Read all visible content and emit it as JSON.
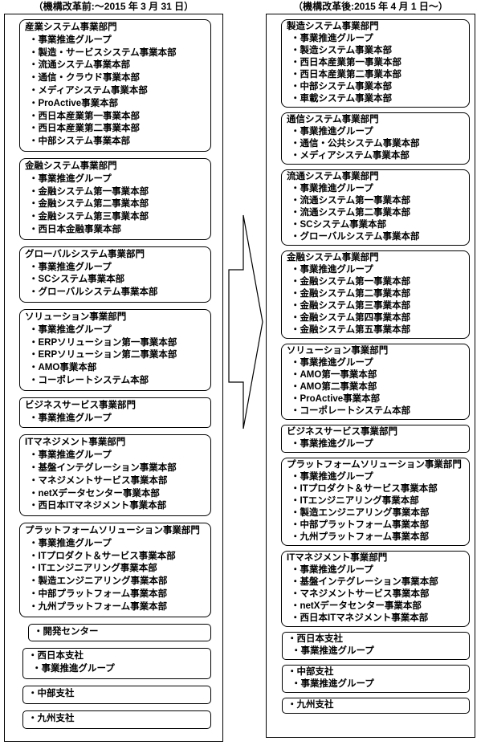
{
  "colors": {
    "background": "#ffffff",
    "border": "#000000",
    "text": "#000000"
  },
  "arrow": {
    "icon": "block-arrow-right"
  },
  "before": {
    "title": "（機構改革前:～2015 年 3 月 31 日）",
    "boxes": [
      {
        "variant": "dept",
        "header": "産業システム事業部門",
        "items": [
          "・事業推進グループ",
          "・製造・サービスシステム事業本部",
          "・流通システム事業本部",
          "・通信・クラウド事業本部",
          "・メディアシステム事業本部",
          "・ProActive事業本部",
          "・西日本産業第一事業本部",
          "・西日本産業第二事業本部",
          "・中部システム事業本部"
        ]
      },
      {
        "variant": "dept",
        "header": "金融システム事業部門",
        "items": [
          "・事業推進グループ",
          "・金融システム第一事業本部",
          "・金融システム第二事業本部",
          "・金融システム第三事業本部",
          "・西日本金融事業本部"
        ]
      },
      {
        "variant": "dept",
        "header": "グローバルシステム事業部門",
        "items": [
          "・事業推進グループ",
          "・SCシステム事業本部",
          "・グローバルシステム事業本部"
        ]
      },
      {
        "variant": "dept",
        "header": "ソリューション事業部門",
        "items": [
          "・事業推進グループ",
          "・ERPソリューション第一事業本部",
          "・ERPソリューション第二事業本部",
          "・AMO事業本部",
          "・コーポレートシステム本部"
        ]
      },
      {
        "variant": "flat",
        "header": "ビジネスサービス事業部門",
        "items": [
          "・事業推進グループ"
        ]
      },
      {
        "variant": "dept",
        "header": "ITマネジメント事業部門",
        "items": [
          "・事業推進グループ",
          "・基盤インテグレーション事業本部",
          "・マネジメントサービス事業本部",
          "・netXデータセンター事業本部",
          "・西日本ITマネジメント事業本部"
        ]
      },
      {
        "variant": "dept",
        "header": "プラットフォームソリューション事業部門",
        "items": [
          "・事業推進グループ",
          "・ITプロダクト＆サービス事業本部",
          "・ITエンジニアリング事業本部",
          "・製造エンジニアリング事業本部",
          "・中部プラットフォーム事業本部",
          "・九州プラットフォーム事業本部"
        ]
      },
      {
        "variant": "center",
        "header": "・開発センター",
        "items": []
      },
      {
        "variant": "branch",
        "header": "・西日本支社",
        "items": [
          "・事業推進グループ"
        ]
      },
      {
        "variant": "branch",
        "header": "・中部支社",
        "items": []
      },
      {
        "variant": "branch",
        "header": "・九州支社",
        "items": []
      }
    ]
  },
  "after": {
    "title": "（機構改革後:2015 年 4 月 1 日～）",
    "boxes": [
      {
        "variant": "dept",
        "header": "製造システム事業部門",
        "items": [
          "・事業推進グループ",
          "・製造システム事業本部",
          "・西日本産業第一事業本部",
          "・西日本産業第二事業本部",
          "・中部システム事業本部",
          "・車載システム事業本部"
        ]
      },
      {
        "variant": "dept",
        "header": "通信システム事業部門",
        "items": [
          "・事業推進グループ",
          "・通信・公共システム事業本部",
          "・メディアシステム事業本部"
        ]
      },
      {
        "variant": "dept",
        "header": "流通システム事業部門",
        "items": [
          "・事業推進グループ",
          "・流通システム第一事業本部",
          "・流通システム第二事業本部",
          "・SCシステム事業本部",
          "・グローバルシステム事業本部"
        ]
      },
      {
        "variant": "dept",
        "header": "金融システム事業部門",
        "items": [
          "・事業推進グループ",
          "・金融システム第一事業本部",
          "・金融システム第二事業本部",
          "・金融システム第三事業本部",
          "・金融システム第四事業本部",
          "・金融システム第五事業本部"
        ]
      },
      {
        "variant": "dept",
        "header": "ソリューション事業部門",
        "items": [
          "・事業推進グループ",
          "・AMO第一事業本部",
          "・AMO第二事業本部",
          "・ProActive事業本部",
          "・コーポレートシステム本部"
        ]
      },
      {
        "variant": "flat",
        "header": "ビジネスサービス事業部門",
        "items": [
          "・事業推進グループ"
        ]
      },
      {
        "variant": "dept",
        "header": "プラットフォームソリューション事業部門",
        "items": [
          "・事業推進グループ",
          "・ITプロダクト＆サービス事業本部",
          "・ITエンジニアリング事業本部",
          "・製造エンジニアリング事業本部",
          "・中部プラットフォーム事業本部",
          "・九州プラットフォーム事業本部"
        ]
      },
      {
        "variant": "dept",
        "header": "ITマネジメント事業部門",
        "items": [
          "・事業推進グループ",
          "・基盤インテグレーション事業本部",
          "・マネジメントサービス事業本部",
          "・netXデータセンター事業本部",
          "・西日本ITマネジメント事業本部"
        ]
      },
      {
        "variant": "branch",
        "header": "・西日本支社",
        "items": [
          "・事業推進グループ"
        ]
      },
      {
        "variant": "branch",
        "header": "・中部支社",
        "items": [
          "・事業推進グループ"
        ]
      },
      {
        "variant": "branch",
        "header": "・九州支社",
        "items": []
      }
    ]
  }
}
